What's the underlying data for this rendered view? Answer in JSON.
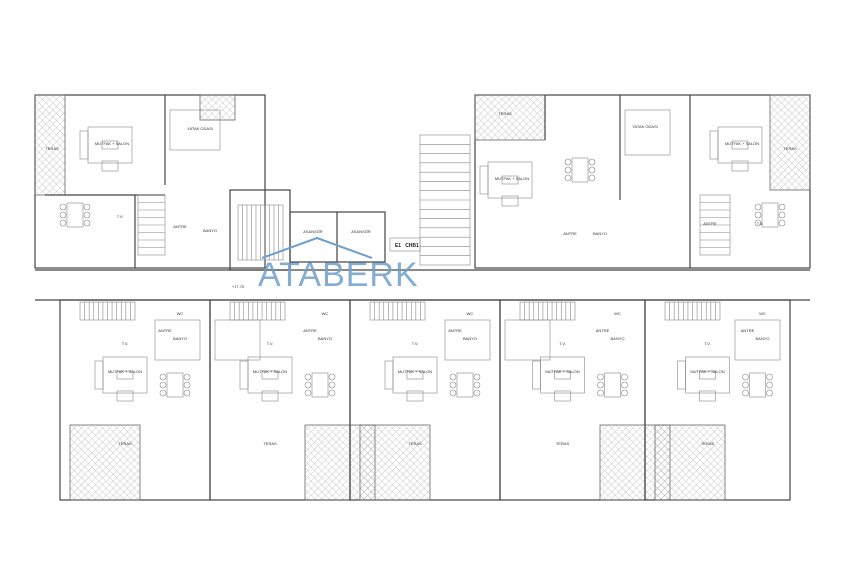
{
  "watermark": {
    "text": "ATABERK",
    "color": "#6f9fca"
  },
  "labels": {
    "living": "MUTFAK + SALON",
    "bedroom": "YATAK ODASI",
    "terrace": "TERAS",
    "tv": "T.V.",
    "entrance": "ANTRE",
    "bath": "BANYO",
    "wc": "WC",
    "elevator": "ASANSÖR",
    "e1": "E1",
    "chb1": "CHB1",
    "level": "+17.70"
  },
  "colors": {
    "walls": "#444444",
    "hatch": "#999999"
  }
}
